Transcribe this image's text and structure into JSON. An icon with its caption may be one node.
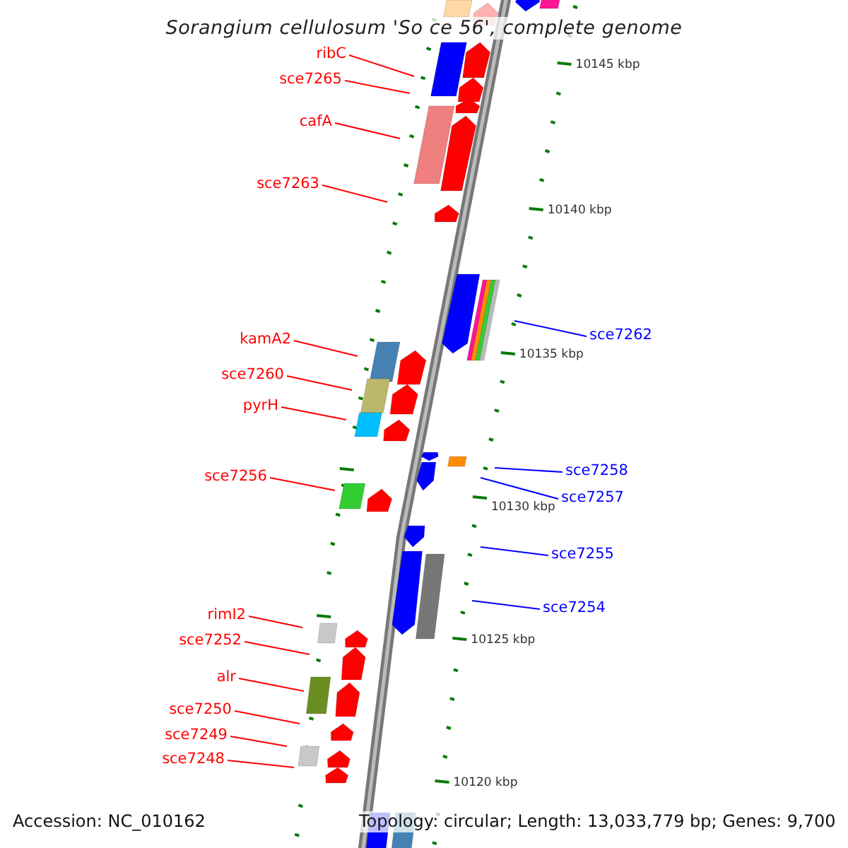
{
  "diagram": {
    "title": "Sorangium cellulosum 'So ce 56', complete genome",
    "nodes": [
      {
        "text": [
          "ribC"
        ]
      },
      {
        "text": [
          "sce7265"
        ]
      },
      {
        "text": [
          "cafA"
        ]
      },
      {
        "text": [
          "sce7263"
        ]
      },
      {
        "text": [
          "sce7262"
        ]
      },
      {
        "text": [
          "kamA2"
        ]
      },
      {
        "text": [
          "sce7260"
        ]
      },
      {
        "text": [
          "pyrH"
        ]
      },
      {
        "text": [
          "sce7258"
        ]
      },
      {
        "text": [
          "sce7256"
        ]
      },
      {
        "text": [
          "sce7257"
        ]
      },
      {
        "text": [
          "sce7255"
        ]
      },
      {
        "text": [
          "sce7254"
        ]
      },
      {
        "text": [
          "rimI2"
        ]
      },
      {
        "text": [
          "sce7252"
        ]
      },
      {
        "text": [
          "alr"
        ]
      },
      {
        "text": [
          "sce7250"
        ]
      },
      {
        "text": [
          "sce7249"
        ]
      },
      {
        "text": [
          "sce7248"
        ]
      }
    ],
    "edges": [
      {
        "from": 0,
        "to": null,
        "arrow": "none"
      },
      {
        "from": 1,
        "to": null,
        "arrow": "none"
      },
      {
        "from": 2,
        "to": null,
        "arrow": "none"
      },
      {
        "from": 3,
        "to": null,
        "arrow": "none"
      },
      {
        "from": 4,
        "to": null,
        "arrow": "none",
        "color": "#0000ff"
      },
      {
        "from": 5,
        "to": null,
        "arrow": "none"
      },
      {
        "from": 6,
        "to": null,
        "arrow": "none"
      },
      {
        "from": 7,
        "to": null,
        "arrow": "none"
      },
      {
        "from": 8,
        "to": null,
        "arrow": "none",
        "color": "#0000ff"
      },
      {
        "from": 9,
        "to": null,
        "arrow": "none"
      },
      {
        "from": 10,
        "to": null,
        "arrow": "none",
        "color": "#0000ff"
      },
      {
        "from": 11,
        "to": null,
        "arrow": "none",
        "color": "#0000ff"
      },
      {
        "from": 12,
        "to": null,
        "arrow": "none",
        "color": "#0000ff"
      },
      {
        "from": 13,
        "to": null,
        "arrow": "none"
      },
      {
        "from": 14,
        "to": null,
        "arrow": "none"
      },
      {
        "from": 15,
        "to": null,
        "arrow": "none"
      },
      {
        "from": 16,
        "to": null,
        "arrow": "none"
      },
      {
        "from": 17,
        "to": null,
        "arrow": "none"
      },
      {
        "from": 18,
        "to": null,
        "arrow": "none"
      }
    ],
    "labels": [
      "10145 kbp",
      "10140 kbp",
      "10135 kbp",
      "10130 kbp",
      "10125 kbp",
      "10120 kbp",
      "Accession: NC_010162",
      "Topology: circular; Length: 13,033,779 bp; Genes: 9,700"
    ]
  }
}
